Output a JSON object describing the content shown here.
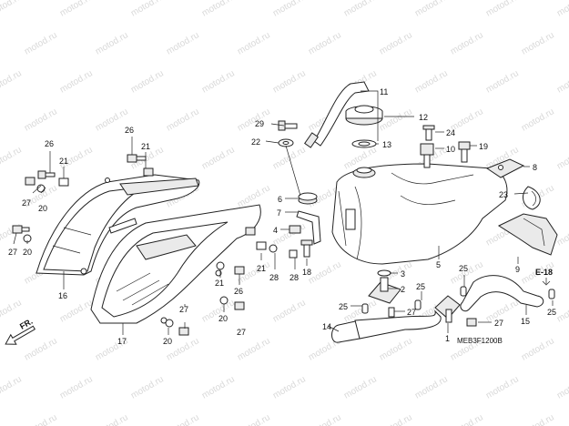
{
  "watermark": "motod.ru",
  "diagram_code": "MEB3F1200B",
  "reference": "E-18",
  "direction_label": "FR.",
  "callouts": [
    {
      "id": "c26a",
      "text": "26"
    },
    {
      "id": "c21a",
      "text": "21"
    },
    {
      "id": "c26b",
      "text": "26"
    },
    {
      "id": "c21b",
      "text": "21"
    },
    {
      "id": "c27a",
      "text": "27"
    },
    {
      "id": "c20a",
      "text": "20"
    },
    {
      "id": "c27b",
      "text": "27"
    },
    {
      "id": "c20b",
      "text": "20"
    },
    {
      "id": "c16",
      "text": "16"
    },
    {
      "id": "c29",
      "text": "29"
    },
    {
      "id": "c22",
      "text": "22"
    },
    {
      "id": "c11",
      "text": "11"
    },
    {
      "id": "c12",
      "text": "12"
    },
    {
      "id": "c13",
      "text": "13"
    },
    {
      "id": "c24",
      "text": "24"
    },
    {
      "id": "c10",
      "text": "10"
    },
    {
      "id": "c19",
      "text": "19"
    },
    {
      "id": "c8",
      "text": "8"
    },
    {
      "id": "c23",
      "text": "23"
    },
    {
      "id": "c6",
      "text": "6"
    },
    {
      "id": "c7",
      "text": "7"
    },
    {
      "id": "c4",
      "text": "4"
    },
    {
      "id": "c21c",
      "text": "21"
    },
    {
      "id": "c28a",
      "text": "28"
    },
    {
      "id": "c28b",
      "text": "28"
    },
    {
      "id": "c18",
      "text": "18"
    },
    {
      "id": "c5",
      "text": "5"
    },
    {
      "id": "c9",
      "text": "9"
    },
    {
      "id": "c21d",
      "text": "21"
    },
    {
      "id": "c26c",
      "text": "26"
    },
    {
      "id": "c20c",
      "text": "20"
    },
    {
      "id": "c27c",
      "text": "27"
    },
    {
      "id": "c17",
      "text": "17"
    },
    {
      "id": "c27d",
      "text": "27"
    },
    {
      "id": "c20d",
      "text": "20"
    },
    {
      "id": "c3",
      "text": "3"
    },
    {
      "id": "c2",
      "text": "2"
    },
    {
      "id": "c25a",
      "text": "25"
    },
    {
      "id": "c25b",
      "text": "25"
    },
    {
      "id": "c25c",
      "text": "25"
    },
    {
      "id": "c25d",
      "text": "25"
    },
    {
      "id": "c27e",
      "text": "27"
    },
    {
      "id": "c14",
      "text": "14"
    },
    {
      "id": "c1",
      "text": "1"
    },
    {
      "id": "c27f",
      "text": "27"
    },
    {
      "id": "c15",
      "text": "15"
    }
  ]
}
